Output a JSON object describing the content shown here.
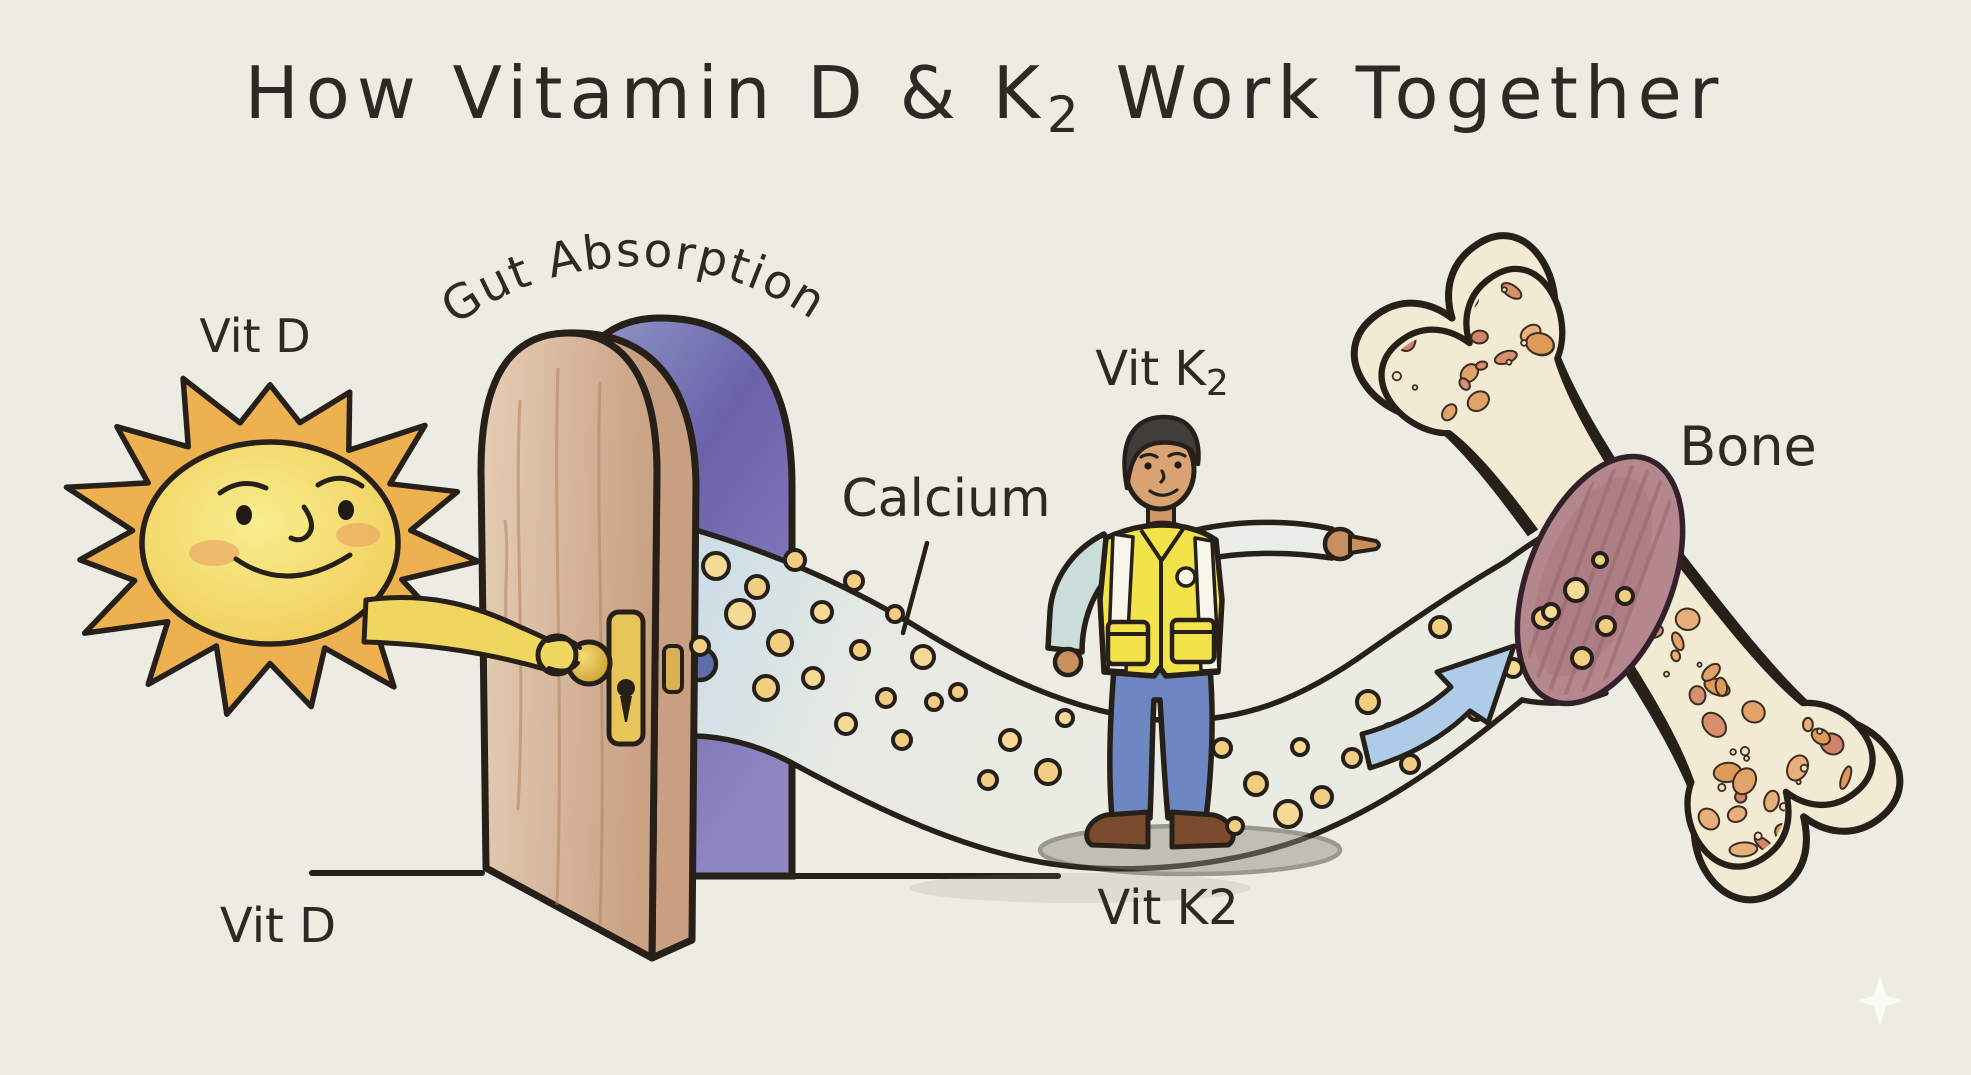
{
  "title": {
    "part1": "How Vitamin D & K",
    "sub": "2",
    "part2": " Work Together"
  },
  "labels": {
    "vit_d_top": "Vit D",
    "vit_d_bottom": "Vit D",
    "gut_absorption": "Gut Absorption",
    "calcium": "Calcium",
    "vit_k2_top_part1": "Vit K",
    "vit_k2_top_sub": "2",
    "vit_k2_bottom": "Vit K2",
    "bone": "Bone"
  },
  "figures": [
    "vitamin-d-sun",
    "gut-absorption-door",
    "calcium-stream",
    "vitamin-k2-worker",
    "bone-cross-section",
    "flow-arrow",
    "sparkle-watermark"
  ],
  "colors": {
    "background": "#ECECE2",
    "ink": "#262019",
    "sun_body": "#F2D963",
    "sun_rays": "#EDB14F",
    "door_wood": "#D8BBA2",
    "doorway_purple": "#6E66AD",
    "stream_blue": "#C6DAE8",
    "calcium_gold": "#F2CE83",
    "vest_yellow": "#F2E34A",
    "shirt_blue": "#CADDD9",
    "jeans_blue": "#6E87C2",
    "bone_cream": "#F3EAD3",
    "marrow_mauve": "#B4878D",
    "arrow_blue": "#AECBE8"
  }
}
